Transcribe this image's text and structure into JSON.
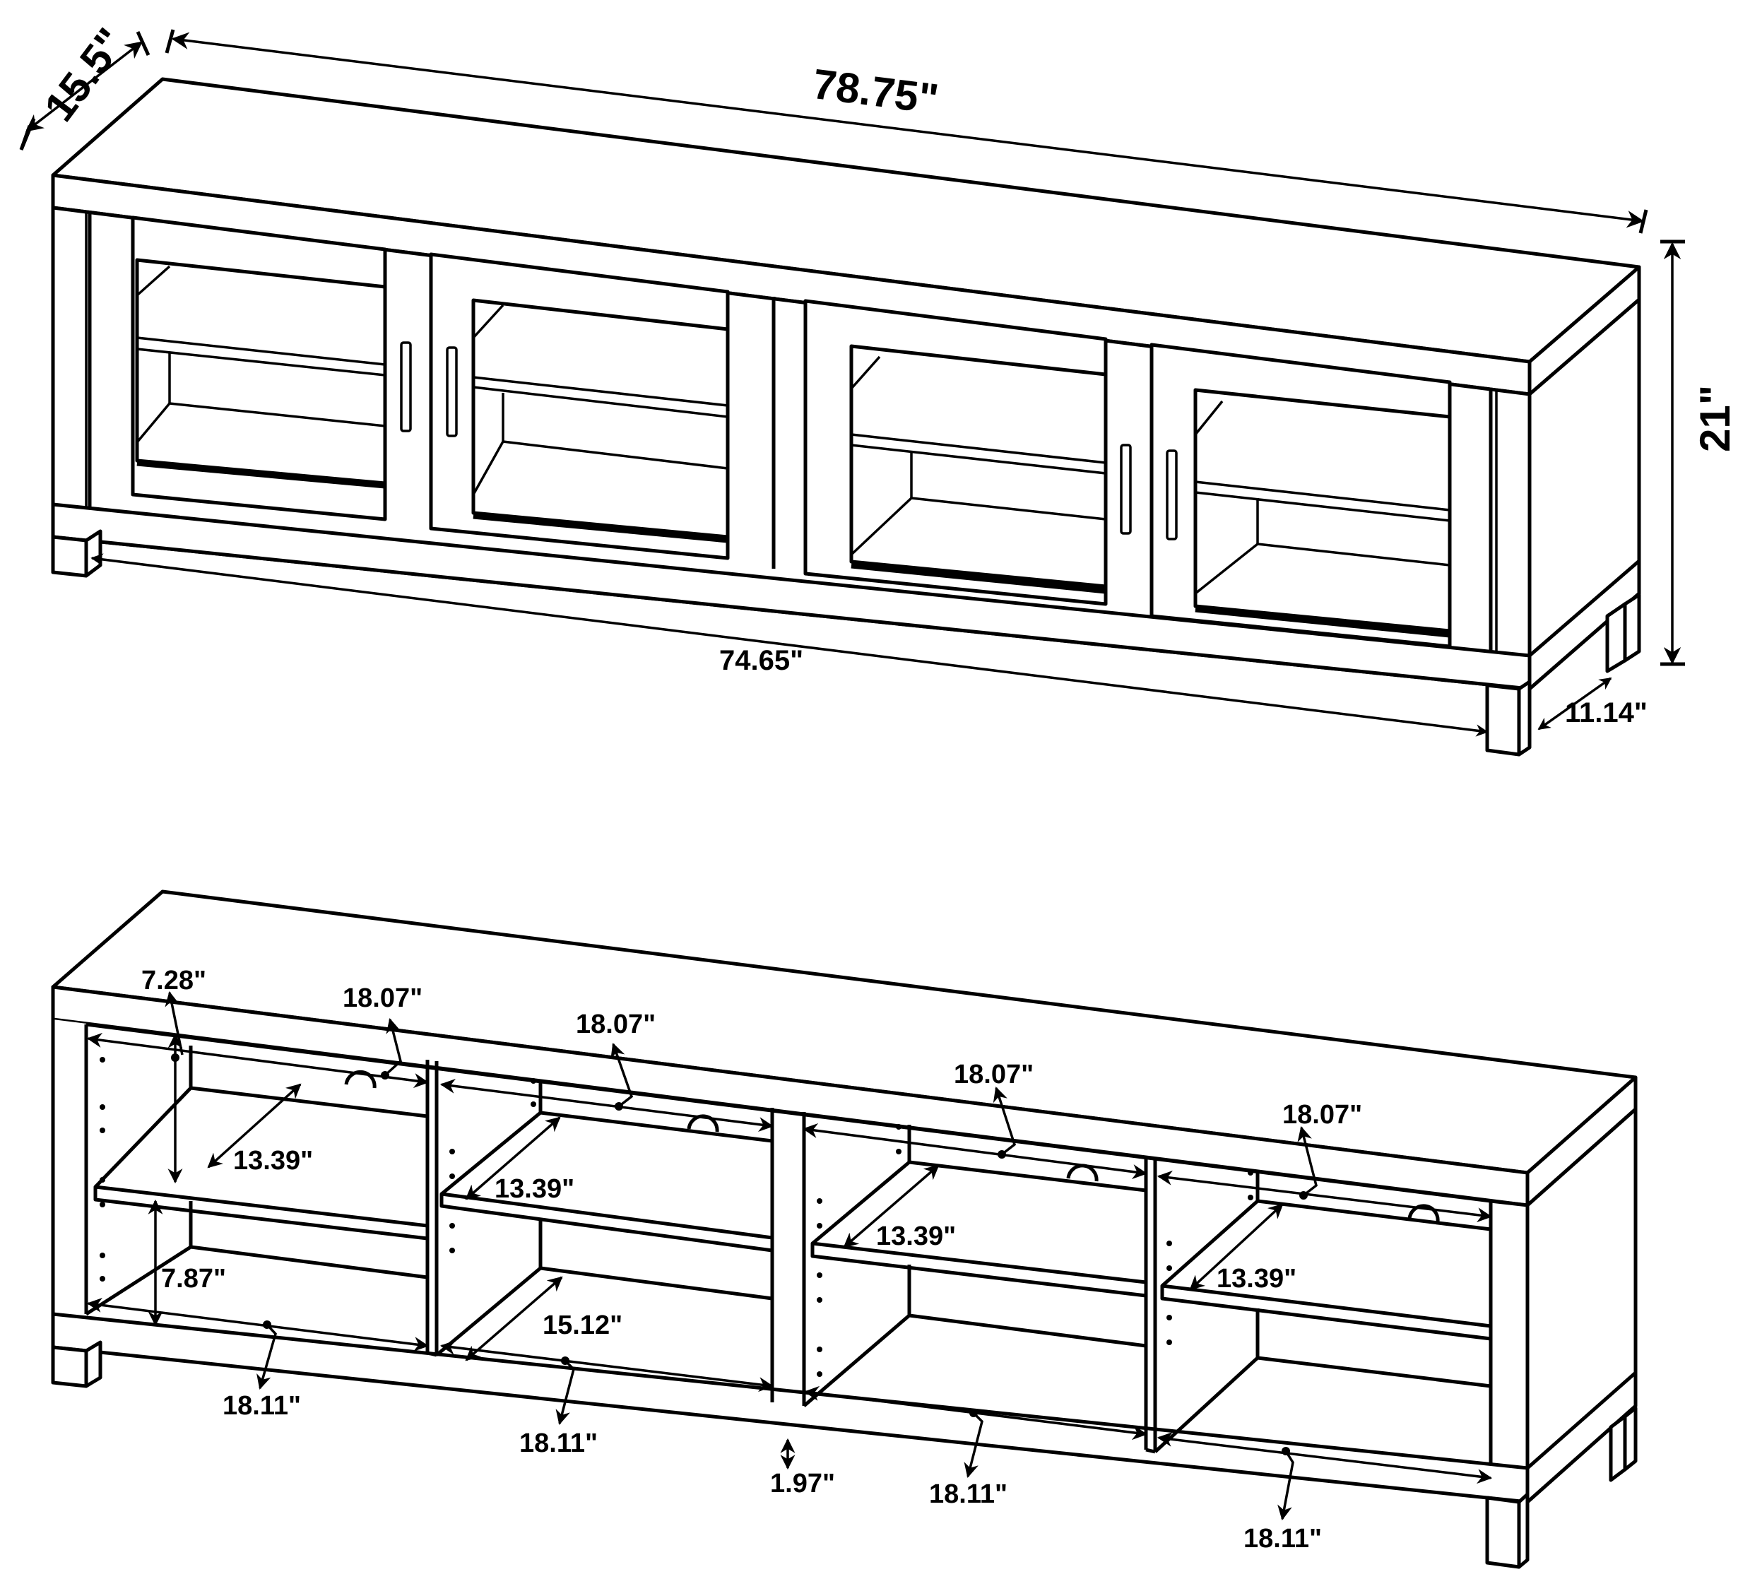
{
  "diagram": {
    "subject": "TV console with four glass doors",
    "views": [
      {
        "id": "closed-view",
        "description": "Front isometric view with doors closed",
        "dimensions": {
          "depth": "15.5\"",
          "width": "78.75\"",
          "height": "21\"",
          "leg_span_width": "74.65\"",
          "leg_span_depth": "11.14\""
        }
      },
      {
        "id": "open-view",
        "description": "Front isometric view without doors showing interior compartments",
        "dimensions": {
          "shelf_clearance_top": "7.28\"",
          "shelf_clearance_bottom": "7.87\"",
          "bottom_shelf_depth": "15.12\"",
          "floor_clearance": "1.97\"",
          "compartment_1": {
            "upper_width": "18.07\"",
            "shelf_depth": "13.39\"",
            "lower_width": "18.11\""
          },
          "compartment_2": {
            "upper_width": "18.07\"",
            "shelf_depth": "13.39\"",
            "lower_width": "18.11\""
          },
          "compartment_3": {
            "upper_width": "18.07\"",
            "shelf_depth": "13.39\"",
            "lower_width": "18.11\""
          },
          "compartment_4": {
            "upper_width": "18.07\"",
            "shelf_depth": "13.39\"",
            "lower_width": "18.11\""
          }
        }
      }
    ]
  },
  "labels": {
    "depth": "15.5\"",
    "width": "78.75\"",
    "height": "21\"",
    "leg_width": "74.65\"",
    "leg_depth": "11.14\"",
    "c1_top": "18.07\"",
    "c2_top": "18.07\"",
    "c3_top": "18.07\"",
    "c4_top": "18.07\"",
    "c1_shelf": "13.39\"",
    "c2_shelf": "13.39\"",
    "c3_shelf": "13.39\"",
    "c4_shelf": "13.39\"",
    "c1_bottom": "18.11\"",
    "c2_bottom": "18.11\"",
    "c3_bottom": "18.11\"",
    "c4_bottom": "18.11\"",
    "upper_clearance": "7.28\"",
    "lower_clearance": "7.87\"",
    "bottom_depth": "15.12\"",
    "floor_clearance": "1.97\""
  },
  "colors": {
    "line": "#000000",
    "background": "#ffffff"
  }
}
